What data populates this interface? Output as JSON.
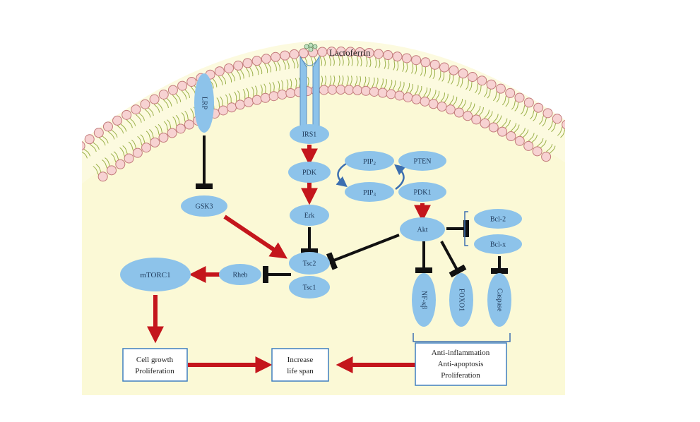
{
  "title": "Lactoferrin",
  "colors": {
    "node_fill": "#8dc3ea",
    "node_text": "#1f3a5a",
    "cell_fill": "#fbf9d6",
    "head_fill": "#f7d2d2",
    "head_stroke": "#c27a7a",
    "tail": "#9bb04a",
    "red_arrow": "#c4161c",
    "black_arrow": "#111111",
    "box_border": "#3f7fbf"
  },
  "nodes": {
    "lrp": "LRP",
    "irs1": "IRS1",
    "gsk3": "GSK3",
    "pdk": "PDK",
    "pip2": "PIP",
    "pip2_sub": "2",
    "pip3": "PIP",
    "pip3_sub": "3",
    "pten": "PTEN",
    "pdk1": "PDK1",
    "erk": "Erk",
    "akt": "Akt",
    "bcl2": "Bcl-2",
    "bclx": "Bcl-x",
    "tsc2": "Tsc2",
    "tsc1": "Tsc1",
    "rheb": "Rheb",
    "mtorc1": "mTORC1",
    "nfkb": "NF-κβ",
    "foxo": "FOXO1",
    "caspase": "Caspase"
  },
  "boxes": {
    "growth": [
      "Cell growth",
      "Proliferation"
    ],
    "lifespan": [
      "Increase",
      "life span"
    ],
    "outcomes": [
      "Anti-inflammation",
      "Anti-apoptosis",
      "Proliferation"
    ]
  }
}
